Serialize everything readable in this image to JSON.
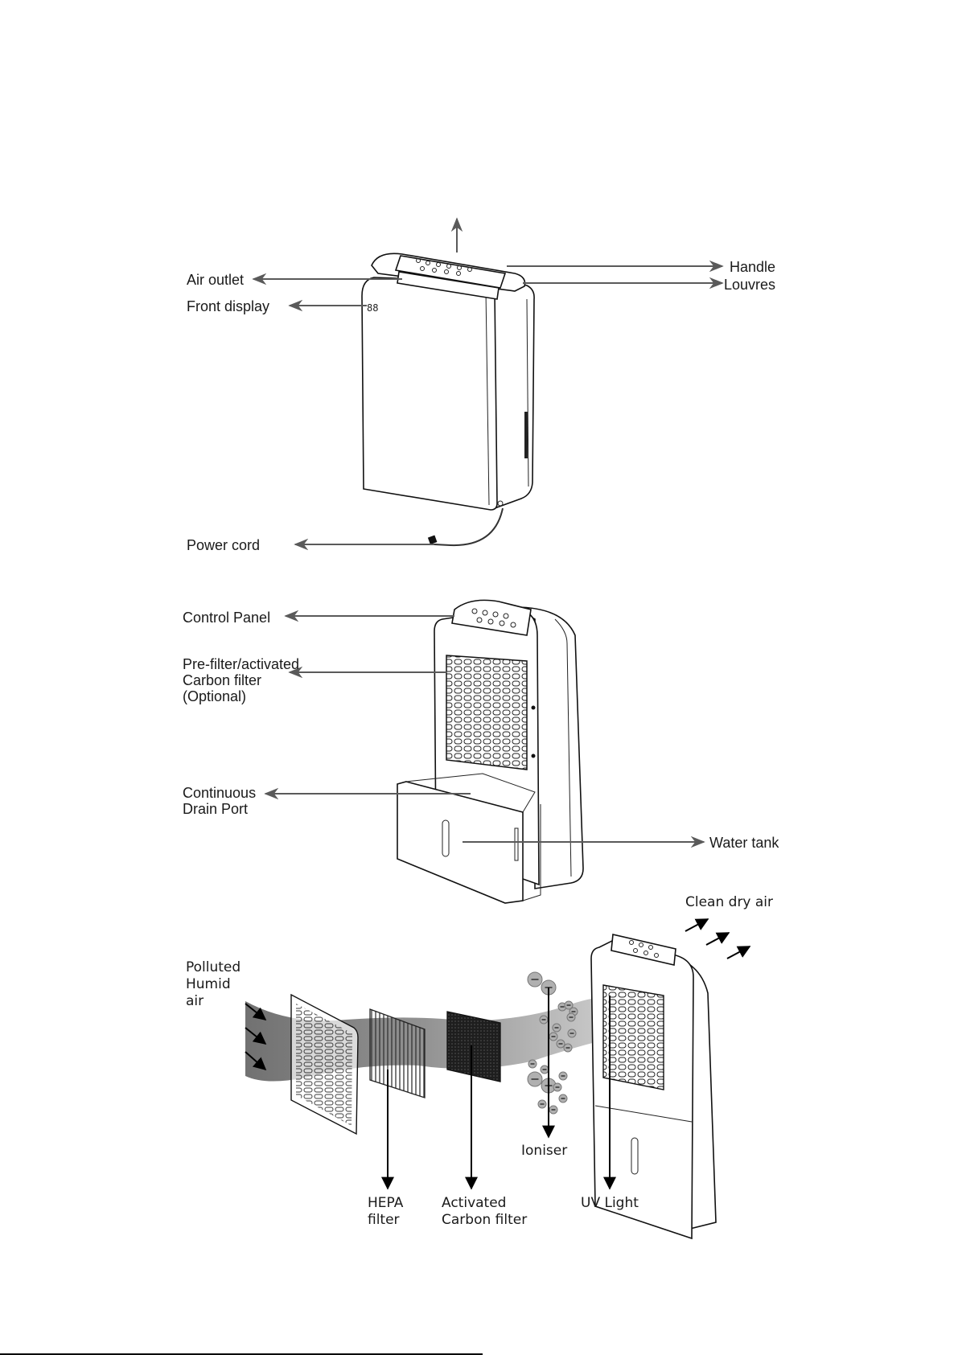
{
  "document": {
    "type": "product-parts-diagram",
    "subject": "Dehumidifier / air purifier"
  },
  "figure1": {
    "labels": {
      "air_outlet": "Air outlet",
      "front_display": "Front display",
      "handle": "Handle",
      "louvres": "Louvres",
      "power_cord": "Power cord"
    }
  },
  "figure2": {
    "labels": {
      "control_panel": "Control Panel",
      "prefilter_line1": "Pre-filter/activated",
      "prefilter_line2": "Carbon filter",
      "prefilter_line3": "(Optional)",
      "drain_line1": "Continuous",
      "drain_line2": "Drain Port",
      "water_tank": "Water tank"
    }
  },
  "figure3": {
    "labels": {
      "polluted_line1": "Polluted",
      "polluted_line2": "Humid",
      "polluted_line3": "air",
      "clean_dry_air": "Clean dry air",
      "ioniser": "Ioniser",
      "hepa_line1": "HEPA",
      "hepa_line2": "filter",
      "carbon_line1": "Activated",
      "carbon_line2": "Carbon filter",
      "uv_light": "UV Light"
    },
    "ion_symbol": "−"
  },
  "colors": {
    "callout_grey": "#5a5a5a",
    "callout_black": "#000000",
    "airflow_dark": "#6e6e6e",
    "airflow_light": "#c8c8c8",
    "carbon_filter": "#2a2a2a",
    "ion_fill": "#b0b0b0"
  }
}
